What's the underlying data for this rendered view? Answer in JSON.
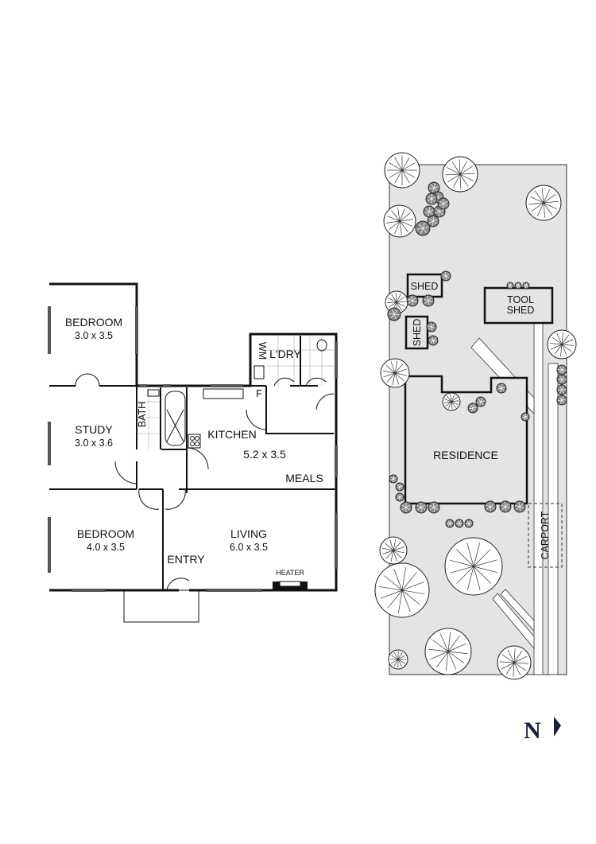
{
  "floor_plan": {
    "rooms": [
      {
        "name": "BEDROOM",
        "size": "3.0 x 3.5"
      },
      {
        "name": "STUDY",
        "size": "3.0 x 3.6"
      },
      {
        "name": "BEDROOM",
        "size": "4.0 x 3.5"
      },
      {
        "name": "KITCHEN",
        "size": "5.2 x 3.5"
      },
      {
        "name": "LIVING",
        "size": "6.0 x 3.5"
      }
    ],
    "labels": {
      "bath": "BATH",
      "laundry": "L'DRY",
      "washing_machine": "WM",
      "fridge": "F",
      "meals": "MEALS",
      "entry": "ENTRY",
      "heater": "HEATER"
    }
  },
  "site_plan": {
    "residence": "RESIDENCE",
    "shed_1": "SHED",
    "shed_2": "SHED",
    "tool_shed_line1": "TOOL",
    "tool_shed_line2": "SHED",
    "carport": "CARPORT",
    "colors": {
      "lot": "#e4e4e4",
      "building": "#e4e4e4"
    }
  },
  "north_arrow": {
    "label": "N"
  }
}
